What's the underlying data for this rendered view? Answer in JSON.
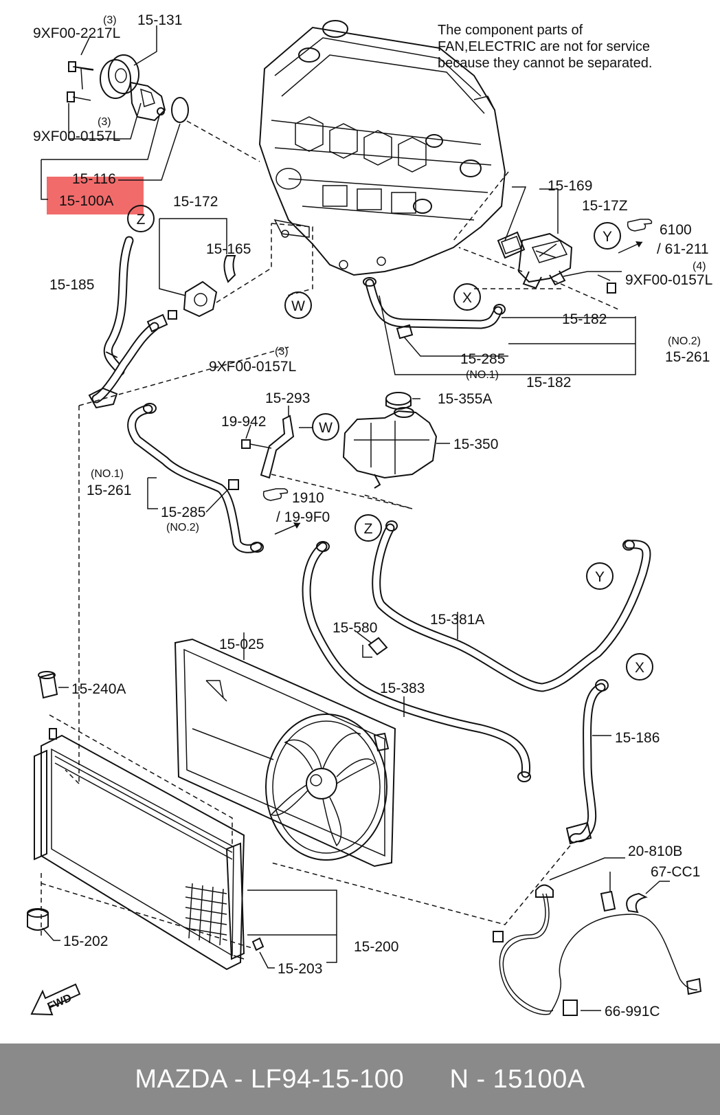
{
  "note": {
    "line1": "The component parts of",
    "line2": "FAN,ELECTRIC are not for service",
    "line3": "because they cannot be separated."
  },
  "highlight": {
    "label": "15-100A",
    "color": "#f26b6b"
  },
  "labels": {
    "p9xf00_2217l": "9XF00-2217L",
    "q3_a": "(3)",
    "p15_131": "15-131",
    "q3_b": "(3)",
    "p9xf00_0157l_a": "9XF00-0157L",
    "p15_116": "15-116",
    "p15_172": "15-172",
    "p15_165": "15-165",
    "p15_185": "15-185",
    "p9xf00_0157l_b": "9XF00-0157L",
    "q3_c": "(3)",
    "p15_169": "15-169",
    "p15_17z": "15-17Z",
    "p6100": "6100",
    "p61_211": "/ 61-211",
    "q4": "(4)",
    "p9xf00_0157l_c": "9XF00-0157L",
    "p15_182_a": "15-182",
    "no2_a": "(NO.2)",
    "p15_261_a": "15-261",
    "p15_285_a": "15-285",
    "no1_a": "(NO.1)",
    "p15_182_b": "15-182",
    "p15_355a": "15-355A",
    "p15_293": "15-293",
    "p19_942": "19-942",
    "p15_350": "15-350",
    "no1_b": "(NO.1)",
    "p15_261_b": "15-261",
    "p15_285_b": "15-285",
    "no2_b": "(NO.2)",
    "p1910": "1910",
    "p19_9f0": "/ 19-9F0",
    "p15_580": "15-580",
    "p15_381a": "15-381A",
    "p15_025": "15-025",
    "p15_383": "15-383",
    "p15_240a": "15-240A",
    "p15_186": "15-186",
    "p20_810b": "20-810B",
    "p67_cc1": "67-CC1",
    "p15_202": "15-202",
    "p15_200": "15-200",
    "p15_203": "15-203",
    "p66_991c": "66-991C"
  },
  "markers": {
    "z_top": "Z",
    "w_mid": "W",
    "x_mid": "X",
    "y_top": "Y",
    "w_right": "W",
    "z_bottom": "Z",
    "y_right": "Y",
    "x_right": "X"
  },
  "fwd_label": "FWD",
  "icons": {
    "hand_ref_6100": "pointing-hand-icon",
    "hand_ref_1910": "pointing-hand-icon",
    "fwd_arrow": "forward-arrow-icon"
  },
  "footer": {
    "brand_part": "MAZDA - LF94-15-100",
    "number": "N - 15100A"
  }
}
